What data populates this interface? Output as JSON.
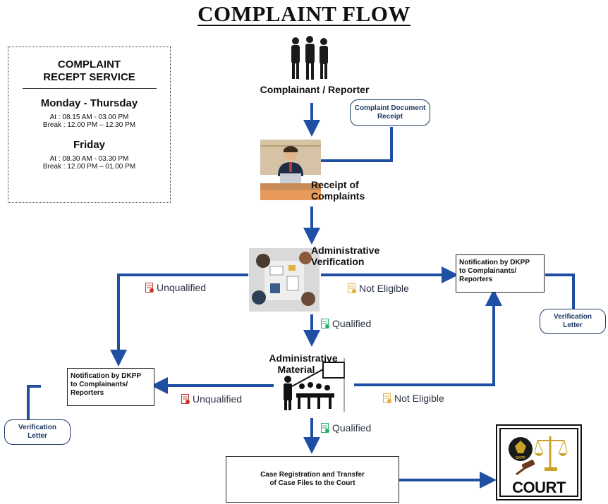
{
  "title": "COMPLAINT FLOW",
  "schedule": {
    "heading_line1": "COMPLAINT",
    "heading_line2": "RECEPT SERVICE",
    "weekday_title": "Monday - Thursday",
    "weekday_hours": "At : 08.15 AM - 03.00 PM",
    "weekday_break": "Break : 12.00 PM – 12.30 PM",
    "friday_title": "Friday",
    "friday_hours": "At : 08.30 AM - 03.30 PM",
    "friday_break": "Break : 12.00 PM – 01.00 PM"
  },
  "steps": {
    "reporter": "Complainant / Reporter",
    "receipt_line1": "Receipt of",
    "receipt_line2": "Complaints",
    "admin_verif_line1": "Administrative",
    "admin_verif_line2": "Verification",
    "admin_material_line1": "Administrative",
    "admin_material_line2": "Material",
    "case_reg_line1": "Case Registration and Transfer",
    "case_reg_line2": "of Case Files to the Court",
    "court": "COURT",
    "seal_text": "DKPP"
  },
  "doc_receipt": {
    "line1": "Complaint Document",
    "line2": "Receipt"
  },
  "notify": {
    "line1": "Notification by DKPP",
    "line2": "to Complainants/",
    "line3": "Reporters"
  },
  "verification_letter": {
    "line1": "Verification",
    "line2": "Letter"
  },
  "conditions": {
    "unqualified": "Unqualified",
    "not_eligible": "Not Eligible",
    "qualified": "Qualified"
  },
  "colors": {
    "arrow": "#1f4fa3",
    "pill_border": "#1f3a66",
    "accent_red": "#c0392b",
    "accent_green": "#27ae60",
    "accent_yellow": "#e0b040"
  }
}
